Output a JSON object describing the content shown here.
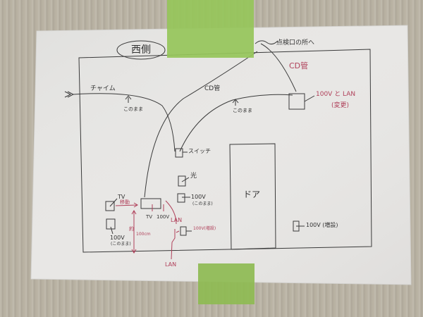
{
  "diagram": {
    "title": "西側",
    "labels": {
      "inspection_port": "点検口の所へ",
      "cd_pipe_top": "CD管",
      "chime": "チャイム",
      "cd_pipe_mid": "CD管",
      "leave_1": "このまま",
      "leave_2": "このまま",
      "outlet_100v_lan": "100V と LAN",
      "change": "(変更)",
      "switch": "スイッチ",
      "light": "光",
      "outlet_100v_center": "100V",
      "leave_center": "(このまま)",
      "tv_left": "TV",
      "move": "移動",
      "tv_box_tv": "TV",
      "tv_box_100v": "100V",
      "outlet_100v_left": "100V",
      "leave_left": "(このまま)",
      "height_mark": "約",
      "height_value": "100cm",
      "lan_upper": "LAN",
      "outlet_100v_add": "100V(増設)",
      "lan_lower": "LAN",
      "door": "ドア",
      "outlet_100v_add_right": "100V (増設)"
    },
    "colors": {
      "pen_black": "#3a3a3a",
      "pen_red": "#b0405a",
      "tape": "#96c65a",
      "paper": "#e6e5e3",
      "wall": "#b8b1a2"
    }
  }
}
